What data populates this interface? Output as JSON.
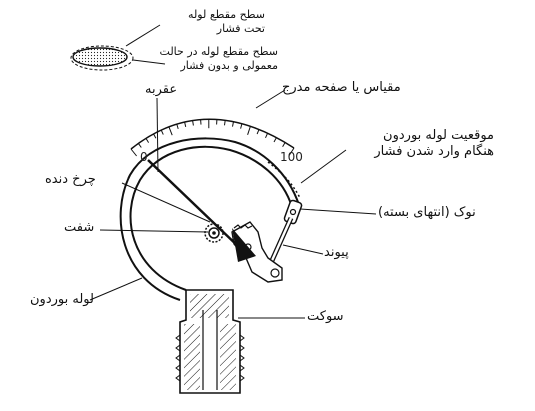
{
  "labels": {
    "pressure_section": "سطح مقطع لوله تحت فشار",
    "normal_section_line1": "سطح مقطع لوله در حالت",
    "normal_section_line2": "معمولی و بدون فشار",
    "pointer": "عقربه",
    "dial_scale": "مقیاس یا صفحه مدرج",
    "pressurized_pos_line1": "موقعیت لوله بوردون",
    "pressurized_pos_line2": "هنگام وارد شدن فشار",
    "gear": "چرخ دنده",
    "shaft": "شفت",
    "tip": "نوک (انتهای بسته)",
    "link": "پیوند",
    "bourdon_tube": "لوله بوردون",
    "socket": "سوکت"
  },
  "scale": {
    "min": "0",
    "max": "100"
  },
  "colors": {
    "ink": "#111111",
    "background": "#ffffff"
  }
}
